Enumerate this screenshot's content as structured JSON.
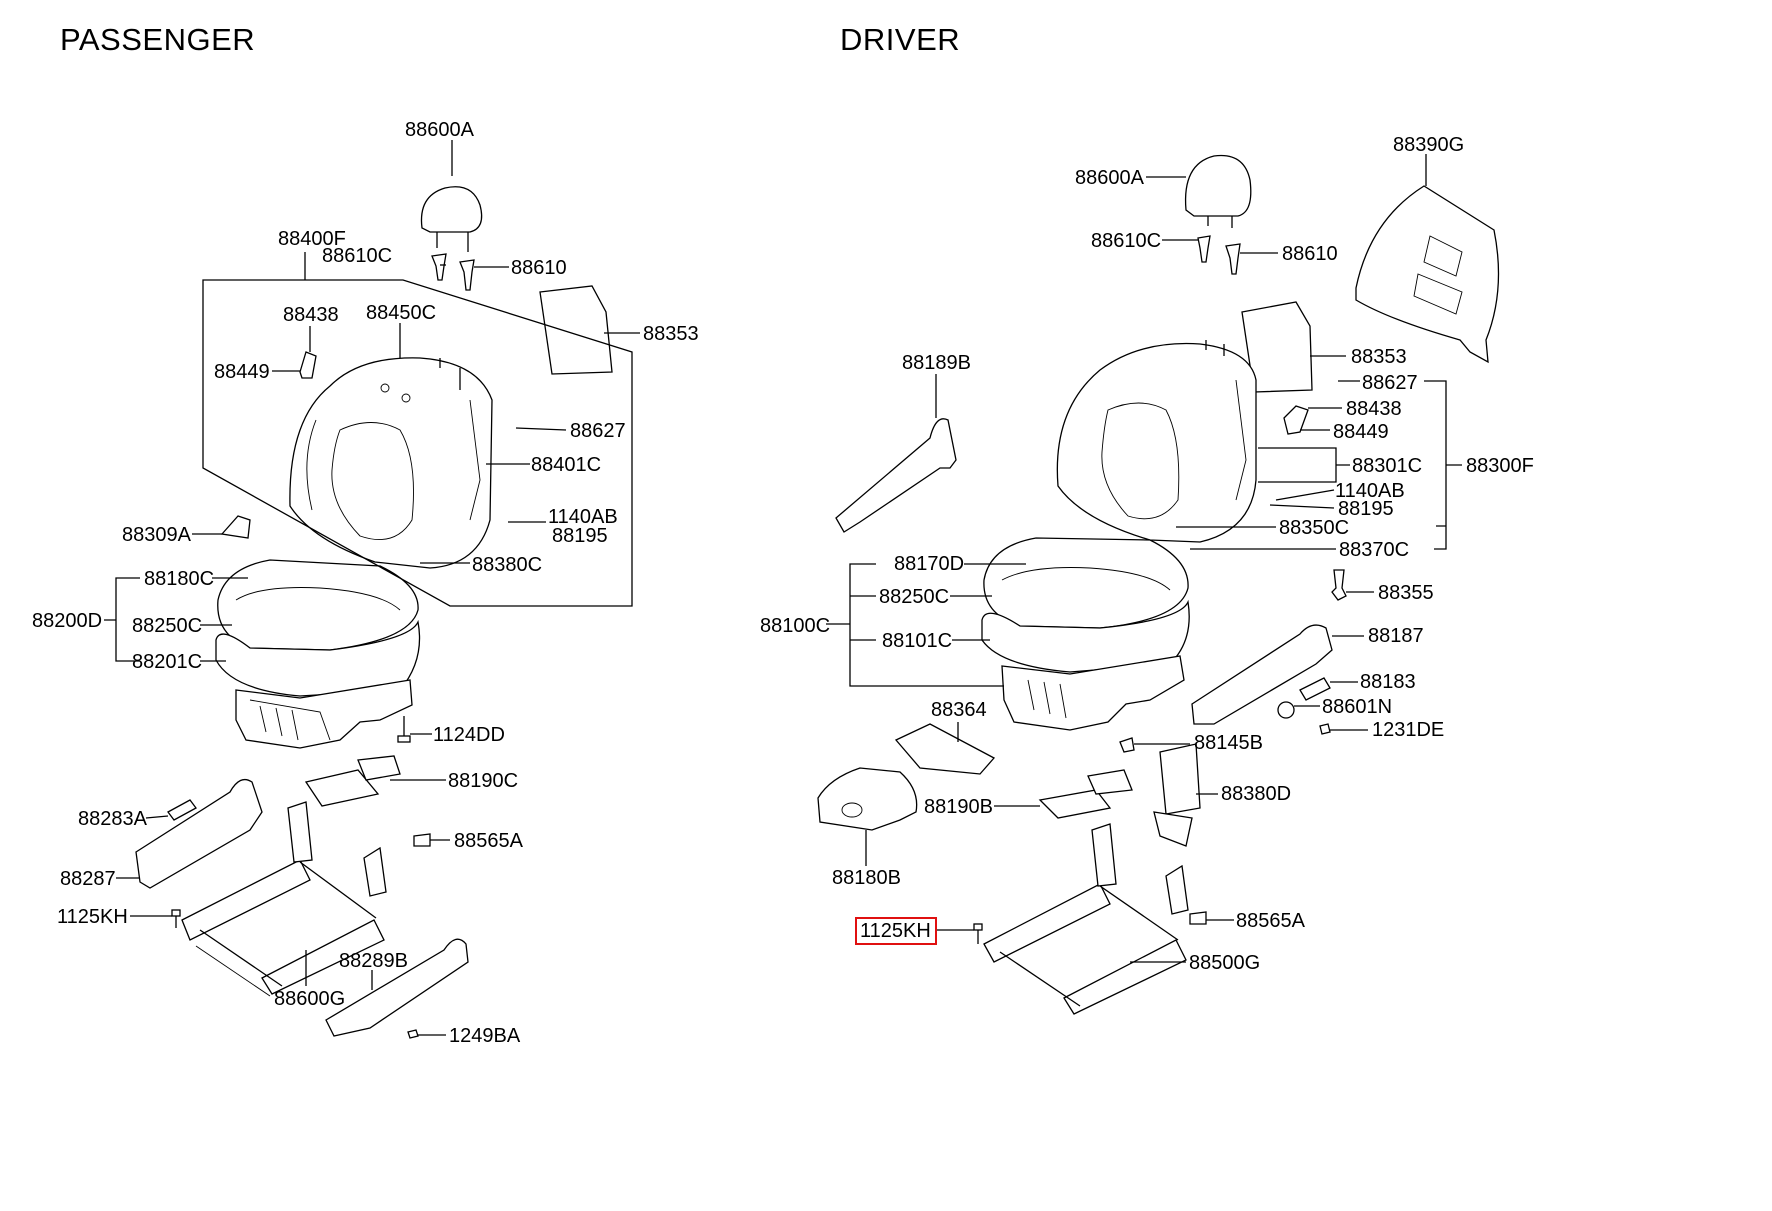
{
  "titles": {
    "passenger": "PASSENGER",
    "driver": "DRIVER"
  },
  "colors": {
    "ink": "#000000",
    "highlight": "#e01010",
    "background": "#ffffff"
  },
  "labels": {
    "p_88600A": "88600A",
    "p_88400F": "88400F",
    "p_88610C": "88610C",
    "p_88610": "88610",
    "p_88353": "88353",
    "p_88438": "88438",
    "p_88450C": "88450C",
    "p_88449": "88449",
    "p_88627": "88627",
    "p_88401C": "88401C",
    "p_1140AB": "1140AB",
    "p_88195": "88195",
    "p_88309A": "88309A",
    "p_88380C": "88380C",
    "p_88180C": "88180C",
    "p_88200D": "88200D",
    "p_88250C": "88250C",
    "p_88201C": "88201C",
    "p_1124DD": "1124DD",
    "p_88190C": "88190C",
    "p_88283A": "88283A",
    "p_88565A": "88565A",
    "p_88287": "88287",
    "p_1125KH": "1125KH",
    "p_88289B": "88289B",
    "p_88600G": "88600G",
    "p_1249BA": "1249BA",
    "d_88390G": "88390G",
    "d_88600A": "88600A",
    "d_88610C": "88610C",
    "d_88610": "88610",
    "d_88189B": "88189B",
    "d_88353": "88353",
    "d_88627": "88627",
    "d_88438": "88438",
    "d_88449": "88449",
    "d_88301C": "88301C",
    "d_88300F": "88300F",
    "d_1140AB": "1140AB",
    "d_88195": "88195",
    "d_88350C": "88350C",
    "d_88370C": "88370C",
    "d_88170D": "88170D",
    "d_88355": "88355",
    "d_88250C": "88250C",
    "d_88100C": "88100C",
    "d_88187": "88187",
    "d_88101C": "88101C",
    "d_88183": "88183",
    "d_88364": "88364",
    "d_88601N": "88601N",
    "d_1231DE": "1231DE",
    "d_88145B": "88145B",
    "d_88380D": "88380D",
    "d_88190B": "88190B",
    "d_88180B": "88180B",
    "d_1125KH": "1125KH",
    "d_88565A": "88565A",
    "d_88500G": "88500G"
  },
  "highlighted_part": "1125KH"
}
